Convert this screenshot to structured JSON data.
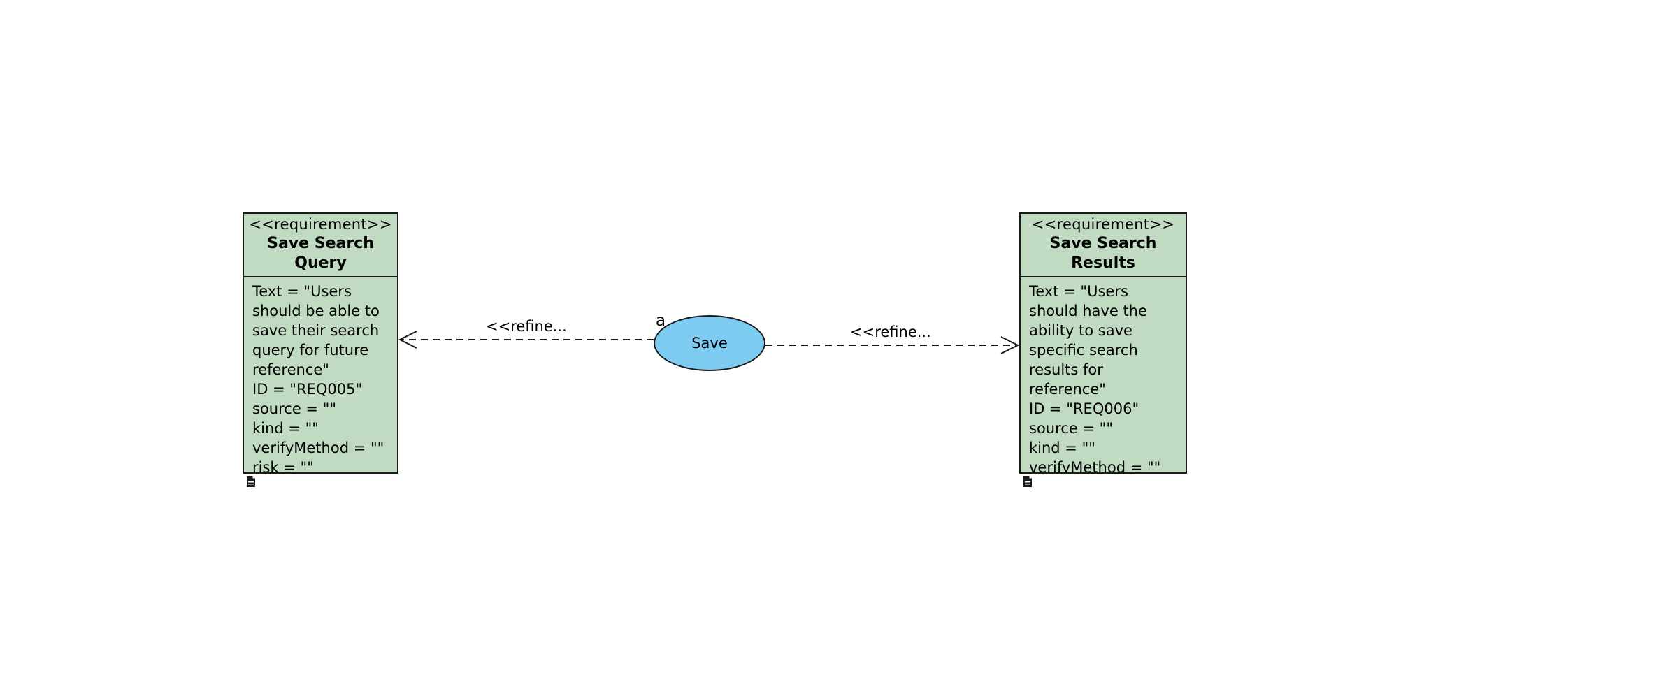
{
  "colors": {
    "requirement_fill": "#c0dbc2",
    "usecase_fill": "#7ecbf2",
    "line": "#1a1a1a"
  },
  "requirements": [
    {
      "stereotype": "<<requirement>>",
      "name": "Save Search Query",
      "attributes": [
        "Text = \"Users",
        "should be able to",
        "save their search",
        "query for future",
        "reference\"",
        "ID = \"REQ005\"",
        "source = \"\"",
        "kind = \"\"",
        "verifyMethod = \"\"",
        "risk = \"\""
      ],
      "icon": "document-icon"
    },
    {
      "stereotype": "<<requirement>>",
      "name": "Save Search Results",
      "attributes": [
        "Text = \"Users",
        "should have the",
        "ability to save",
        "specific search",
        "results for",
        "reference\"",
        "ID = \"REQ006\"",
        "source = \"\"",
        "kind = \"\"",
        "verifyMethod = \"\""
      ],
      "icon": "document-icon"
    }
  ],
  "usecase": {
    "label": "Save",
    "corner_label": "a"
  },
  "relations": [
    {
      "label": "<<refine...",
      "from": "Save",
      "to": "Save Search Query",
      "style": "dashed-open-arrow"
    },
    {
      "label": "<<refine...",
      "from": "Save",
      "to": "Save Search Results",
      "style": "dashed-open-arrow"
    }
  ]
}
